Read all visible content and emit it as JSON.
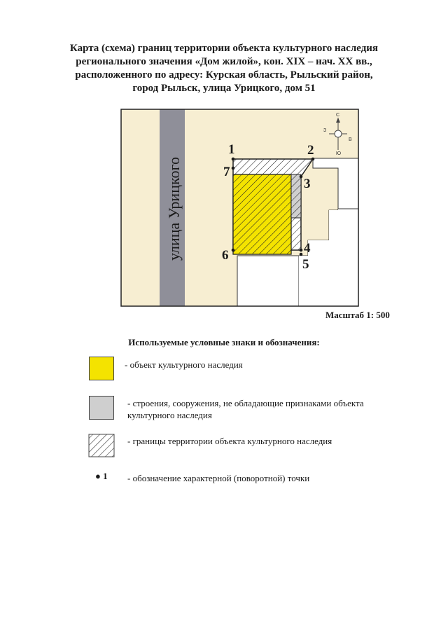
{
  "title": {
    "line1": "Карта (схема) границ территории объекта культурного наследия",
    "line2": "регионального значения «Дом жилой», кон. XIX – нач. XX вв.,",
    "line3": "расположенного по адресу: Курская область, Рыльский район,",
    "line4": "город Рыльск, улица Урицкого, дом 51"
  },
  "map": {
    "street_label": "улица Урицкого",
    "points": [
      "1",
      "2",
      "3",
      "4",
      "5",
      "6",
      "7"
    ],
    "compass": {
      "north": "С",
      "south": "Ю",
      "east": "В",
      "west": "З"
    },
    "colors": {
      "background": "#f7eed2",
      "street": "#8f8f99",
      "heritage": "#f4e300",
      "building": "#cfcfcf",
      "plain": "#ffffff"
    }
  },
  "scale": "Масштаб 1: 500",
  "legend": {
    "title": "Используемые условные знаки и обозначения:",
    "items": [
      {
        "text": "-  объект культурного наследия"
      },
      {
        "text1": "-  строения, сооружения, не обладающие признаками объекта",
        "text2": "культурного наследия"
      },
      {
        "text": "- границы территории объекта культурного наследия"
      },
      {
        "symbol": "● 1",
        "text": "- обозначение характерной (поворотной) точки"
      }
    ]
  }
}
